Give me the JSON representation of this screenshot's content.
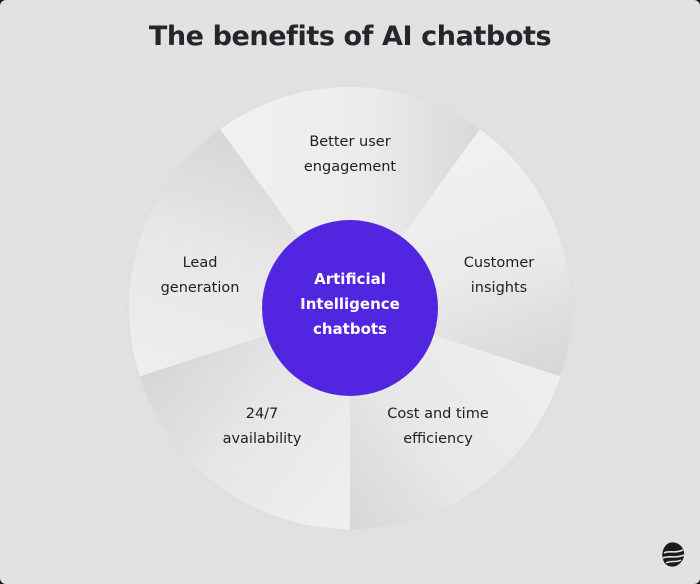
{
  "title": "The benefits of AI chatbots",
  "colors": {
    "background": "#e2e2e2",
    "center_fill": "#5225e0",
    "center_text": "#ffffff",
    "label_text": "#1f1f24",
    "segment_light": "#f0f0f0",
    "segment_dark": "#d6d6d6"
  },
  "center": {
    "line1": "Artificial",
    "line2": "Intelligence",
    "line3": "chatbots"
  },
  "segments": [
    {
      "id": "better-user-engagement",
      "line1": "Better user",
      "line2": "engagement"
    },
    {
      "id": "customer-insights",
      "line1": "Customer",
      "line2": "insights"
    },
    {
      "id": "cost-and-time-efficiency",
      "line1": "Cost and time",
      "line2": "efficiency"
    },
    {
      "id": "availability-24-7",
      "line1": "24/7",
      "line2": "availability"
    },
    {
      "id": "lead-generation",
      "line1": "Lead",
      "line2": "generation"
    }
  ],
  "logo": {
    "icon": "brand-logo-icon"
  }
}
